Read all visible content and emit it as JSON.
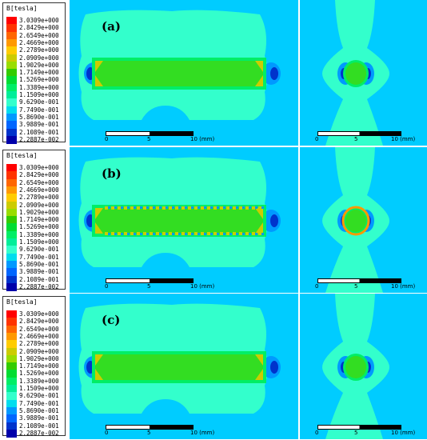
{
  "legend": {
    "title": "B[tesla]",
    "items": [
      {
        "label": "3.0309e+000",
        "color": "#ff0000"
      },
      {
        "label": "2.8429e+000",
        "color": "#ff3300"
      },
      {
        "label": "2.6549e+000",
        "color": "#ff6600"
      },
      {
        "label": "2.4669e+000",
        "color": "#ff9900"
      },
      {
        "label": "2.2789e+000",
        "color": "#ffcc00"
      },
      {
        "label": "2.0909e+000",
        "color": "#cccc00"
      },
      {
        "label": "1.9029e+000",
        "color": "#99dd00"
      },
      {
        "label": "1.7149e+000",
        "color": "#33cc00"
      },
      {
        "label": "1.5269e+000",
        "color": "#00dd33"
      },
      {
        "label": "1.3389e+000",
        "color": "#00ee66"
      },
      {
        "label": "1.1509e+000",
        "color": "#00ee99"
      },
      {
        "label": "9.6290e-001",
        "color": "#33ffcc"
      },
      {
        "label": "7.7490e-001",
        "color": "#00ddee"
      },
      {
        "label": "5.8690e-001",
        "color": "#0099ff"
      },
      {
        "label": "3.9889e-001",
        "color": "#0066ff"
      },
      {
        "label": "2.1089e-001",
        "color": "#0033cc"
      },
      {
        "label": "2.2887e-002",
        "color": "#0000aa"
      }
    ]
  },
  "scale": {
    "tick_start": "0",
    "tick_mid": "5",
    "tick_end": "10 (mm)"
  },
  "panels": [
    {
      "label": "(a)",
      "variant": "plain"
    },
    {
      "label": "(b)",
      "variant": "segmented"
    },
    {
      "label": "(c)",
      "variant": "plain"
    }
  ],
  "colors": {
    "background": "#00ccff",
    "halo": "#33ffcc",
    "magnet": "#33dd22",
    "magnet_edge": "#00ee66",
    "corner": "#cccc00",
    "dark_blue": "#0033cc",
    "mid_blue": "#0099ff",
    "hot": "#ff9900",
    "divider": "#ffffff"
  }
}
